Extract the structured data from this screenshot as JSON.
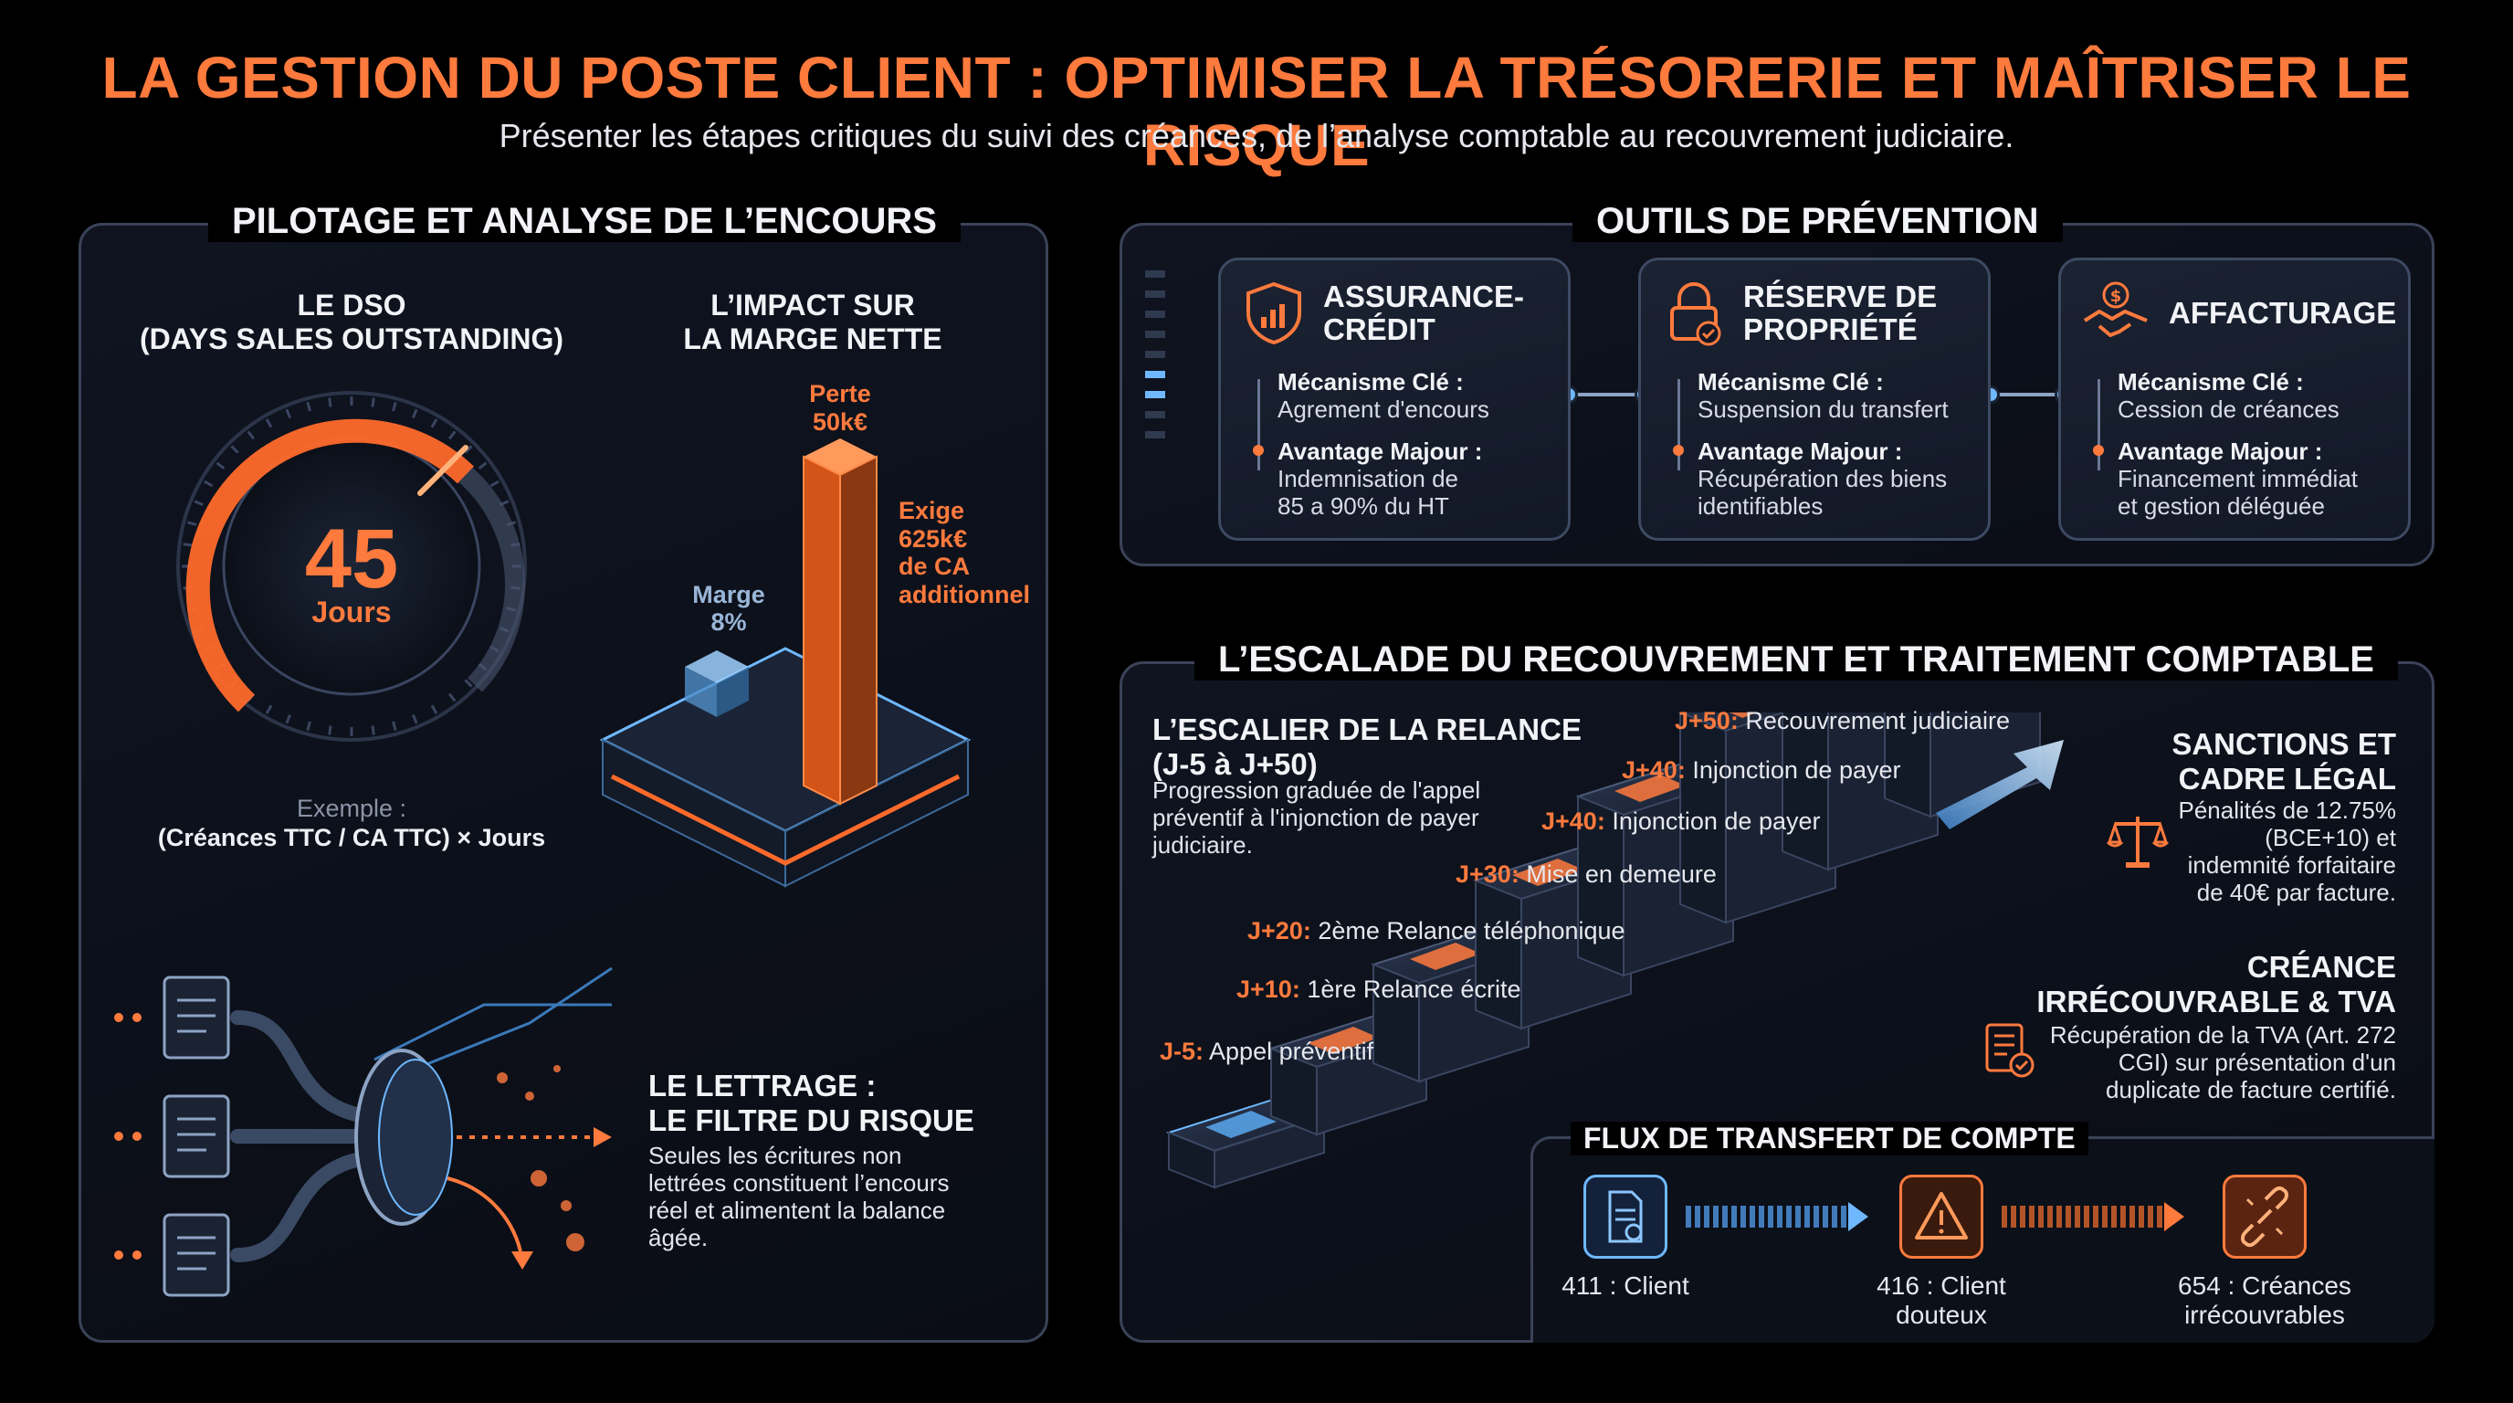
{
  "header": {
    "title": "LA GESTION DU POSTE CLIENT : OPTIMISER LA TRÉSORERIE ET MAÎTRISER LE RISQUE",
    "subtitle": "Présenter les étapes critiques du suivi des créances, de l’analyse comptable au recouvrement judiciaire."
  },
  "pilotage": {
    "title": "PILOTAGE ET ANALYSE DE L’ENCOURS",
    "dso": {
      "title_line1": "LE DSO",
      "title_line2": "(DAYS SALES OUTSTANDING)",
      "value": "45",
      "unit": "Jours",
      "example_label": "Exemple :",
      "formula": "(Créances TTC / CA TTC) × Jours"
    },
    "impact": {
      "title_line1": "L’IMPACT SUR",
      "title_line2": "LA MARGE NETTE",
      "loss_line1": "Perte",
      "loss_line2": "50k€",
      "margin_line1": "Marge",
      "margin_line2": "8%",
      "requires_lines": [
        "Exige",
        "625k€",
        "de CA",
        "additionnel"
      ]
    },
    "lettrage": {
      "title_line1": "LE LETTRAGE :",
      "title_line2": "LE FILTRE DU RISQUE",
      "text": "Seules les écritures non lettrées constituent l’encours réel et alimentent la balance âgée."
    }
  },
  "prevention": {
    "title": "OUTILS DE PRÉVENTION",
    "tools": [
      {
        "title_line1": "ASSURANCE-",
        "title_line2": "CRÉDIT",
        "icon": "shield-chart-icon",
        "mechanism_label": "Mécanisme Clé :",
        "mechanism": "Agrement d'encours",
        "advantage_label": "Avantage Majour :",
        "advantage_line1": "Indemnisation de",
        "advantage_line2": "85 a 90% du HT"
      },
      {
        "title_line1": "RÉSERVE DE",
        "title_line2": "PROPRIÉTÉ",
        "icon": "padlock-check-icon",
        "mechanism_label": "Mécanisme Clé :",
        "mechanism": "Suspension du transfert",
        "advantage_label": "Avantage Majour :",
        "advantage_line1": "Récupération des biens",
        "advantage_line2": "identifiables"
      },
      {
        "title_line1": "AFFACTURAGE",
        "title_line2": "",
        "icon": "handshake-coin-icon",
        "mechanism_label": "Mécanisme Clé :",
        "mechanism": "Cession de créances",
        "advantage_label": "Avantage Majour :",
        "advantage_line1": "Financement immédiat",
        "advantage_line2": "et gestion déléguée"
      }
    ]
  },
  "escalade": {
    "title": "L’ESCALADE DU RECOUVREMENT ET TRAITEMENT COMPTABLE",
    "escalier": {
      "title_line1": "L’ESCALIER DE LA RELANCE",
      "title_line2": "(J-5 à J+50)",
      "text": "Progression graduée de l'appel préventif à l'injonction de payer judiciaire."
    },
    "steps": [
      {
        "day": "J-5:",
        "label": "Appel préventif"
      },
      {
        "day": "J+10:",
        "label": "1ère Relance écrite"
      },
      {
        "day": "J+20:",
        "label": "2ème Relance téléphonique"
      },
      {
        "day": "J+30:",
        "label": "Mise en demeure"
      },
      {
        "day": "J+40:",
        "label": "Injonction de payer"
      },
      {
        "day": "J+40:",
        "label": "Injonction de payer"
      },
      {
        "day": "J+50:",
        "label": "Recouvrement judiciaire"
      }
    ],
    "sanctions": {
      "title_line1": "SANCTIONS ET",
      "title_line2": "CADRE LÉGAL",
      "text_lines": [
        "Pénalités de 12.75%",
        "(BCE+10) et",
        "indemnité forfaitaire",
        "de 40€ par facture."
      ]
    },
    "creance": {
      "title_line1": "CRÉANCE",
      "title_line2": "IRRÉCOUVRABLE & TVA",
      "text_lines": [
        "Récupération de la TVA (Art. 272",
        "CGI) sur présentation d'un",
        "duplicate de facture certifié."
      ]
    },
    "flux": {
      "title": "FLUX DE TRANSFERT DE COMPTE",
      "accounts": [
        {
          "line1": "411 : Client",
          "line2": ""
        },
        {
          "line1": "416 : Client",
          "line2": "douteux"
        },
        {
          "line1": "654 : Créances",
          "line2": "irrécouvrables"
        }
      ]
    }
  },
  "colors": {
    "accent": "#ff7a3d",
    "blue": "#6fb8ff",
    "panel_border": "#3a4358"
  }
}
